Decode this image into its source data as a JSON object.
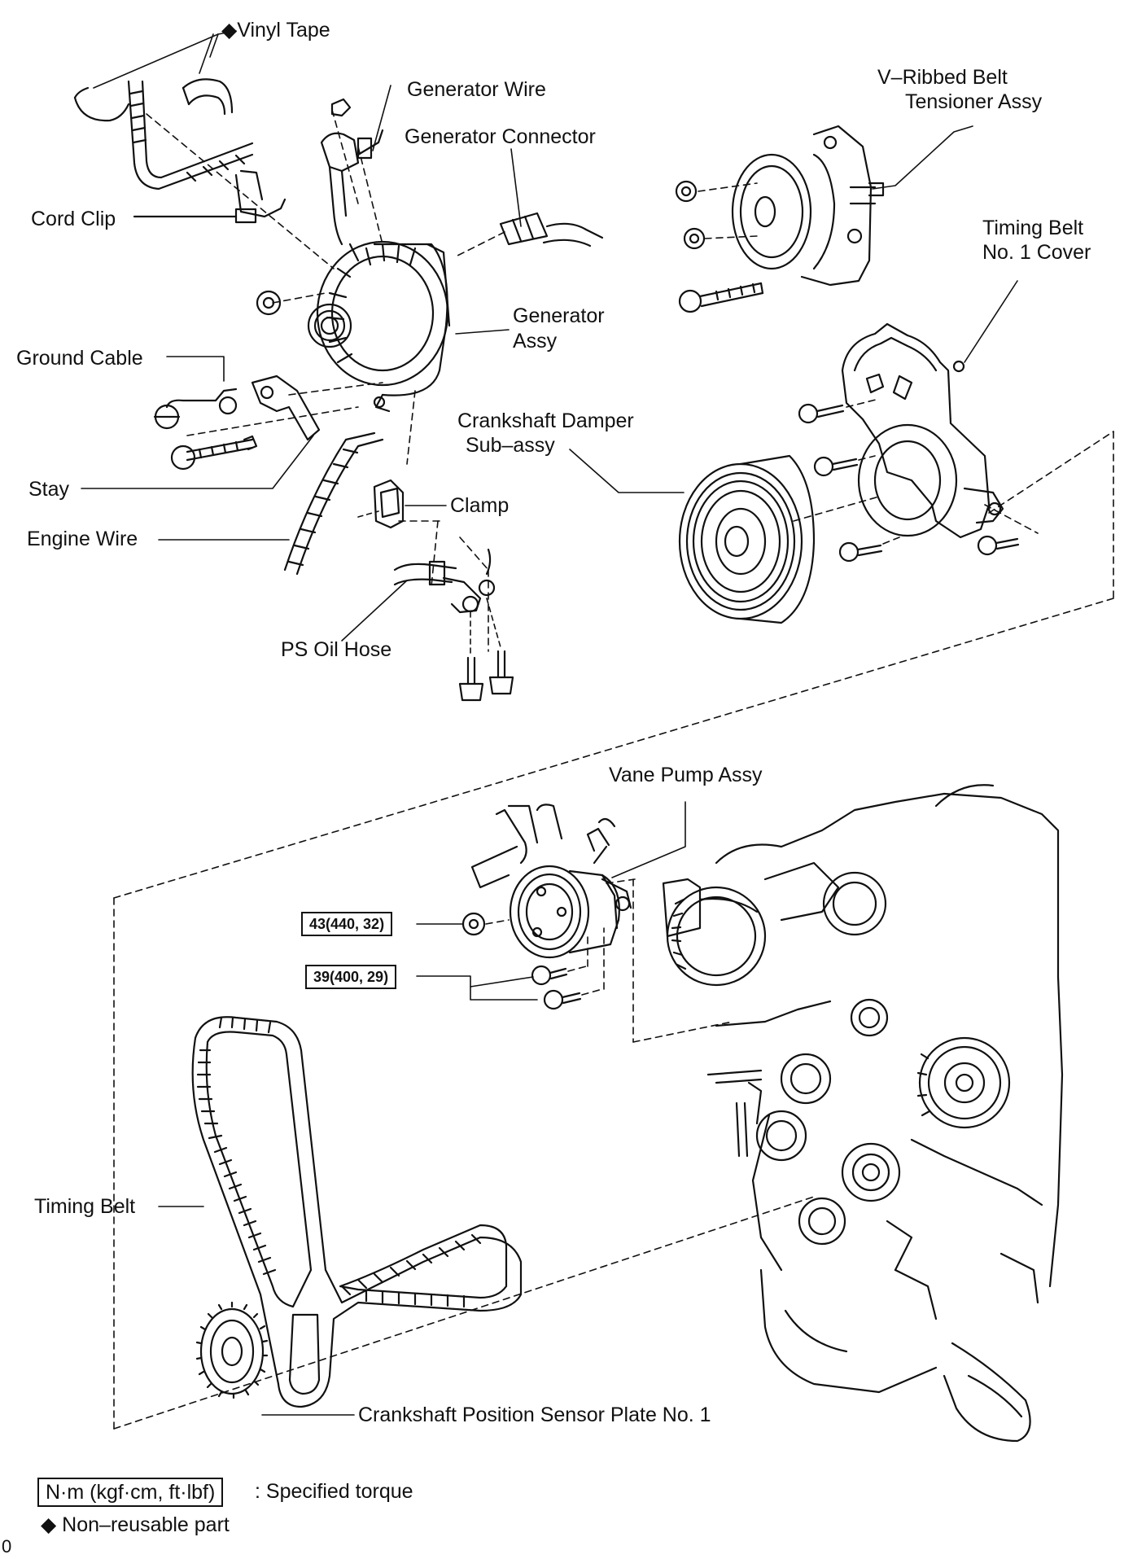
{
  "labels": {
    "vinyl_tape": "◆Vinyl Tape",
    "generator_wire": "Generator Wire",
    "generator_connector": "Generator Connector",
    "cord_clip": "Cord Clip",
    "generator_assy_1": "Generator",
    "generator_assy_2": "Assy",
    "ground_cable": "Ground Cable",
    "stay": "Stay",
    "clamp": "Clamp",
    "engine_wire": "Engine Wire",
    "ps_oil_hose": "PS Oil Hose",
    "vribbed_1": "V–Ribbed  Belt",
    "vribbed_2": "Tensioner Assy",
    "timing_cover_1": "Timing Belt",
    "timing_cover_2": "No. 1 Cover",
    "crank_damper_1": "Crankshaft Damper",
    "crank_damper_2": "Sub–assy",
    "vane_pump": "Vane Pump Assy",
    "timing_belt": "Timing Belt",
    "crank_sensor": "Crankshaft Position Sensor Plate No. 1"
  },
  "torques": {
    "t1": "43(440, 32)",
    "t2": "39(400, 29)"
  },
  "legend": {
    "torque_unit": "N·m (kgf·cm, ft·lbf)",
    "torque_desc": ": Specified torque",
    "nonreusable": "◆ Non–reusable part"
  },
  "page_marker": "0"
}
